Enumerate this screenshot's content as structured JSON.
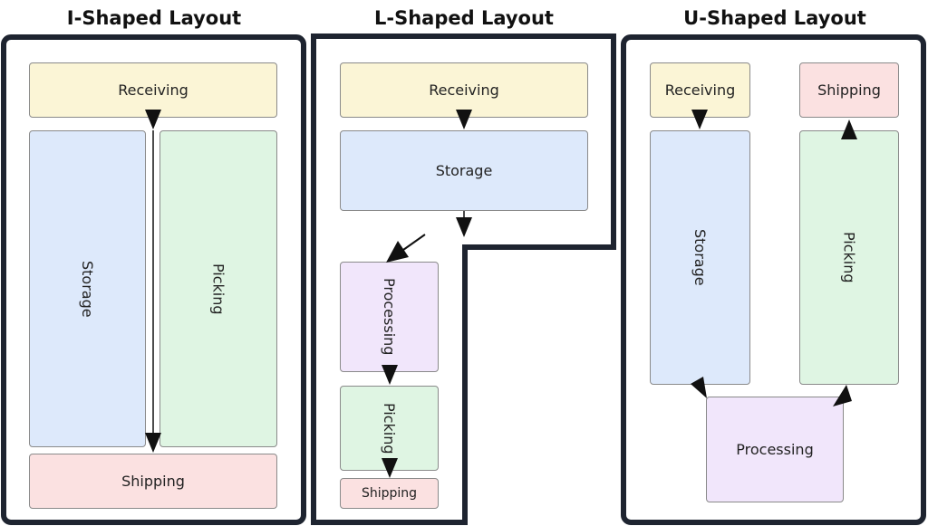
{
  "i_layout": {
    "title": "I-Shaped Layout",
    "receiving": "Receiving",
    "storage": "Storage",
    "picking": "Picking",
    "shipping": "Shipping"
  },
  "l_layout": {
    "title": "L-Shaped Layout",
    "receiving": "Receiving",
    "storage": "Storage",
    "processing": "Processing",
    "picking": "Picking",
    "shipping": "Shipping"
  },
  "u_layout": {
    "title": "U-Shaped Layout",
    "receiving": "Receiving",
    "shipping": "Shipping",
    "storage": "Storage",
    "picking": "Picking",
    "processing": "Processing"
  },
  "colors": {
    "outline": "#1e2430",
    "receiving": "#fbf5d6",
    "storage": "#dde9fb",
    "picking": "#dff5e3",
    "shipping": "#fbe1e1",
    "processing": "#f1e6fb"
  }
}
